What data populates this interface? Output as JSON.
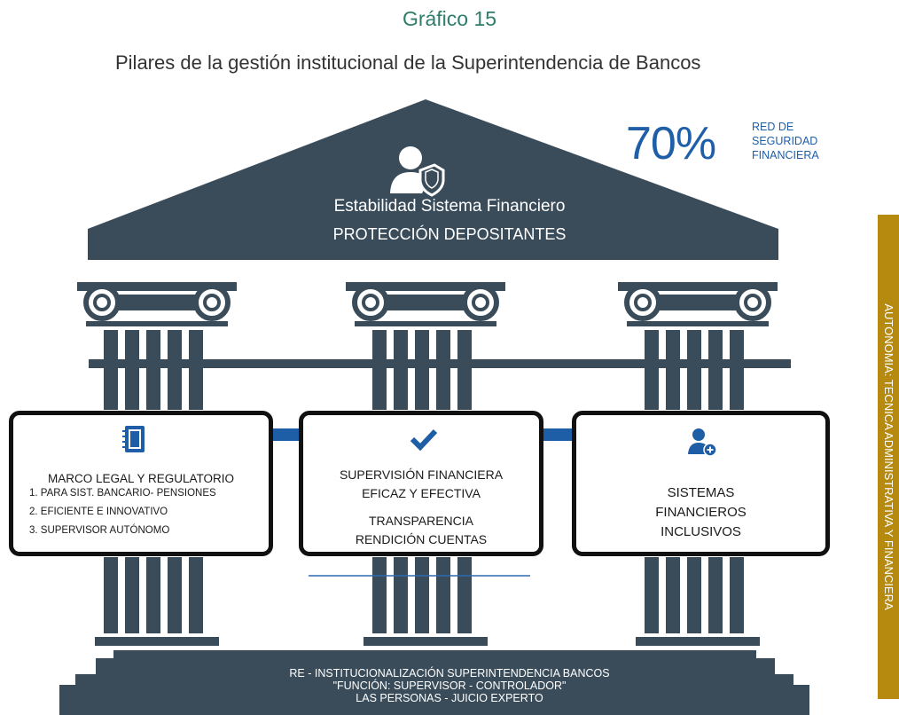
{
  "heading": "Gráfico 15",
  "subtitle": "Pilares de la gestión institucional de la Superintendencia de Bancos",
  "stat": {
    "value": "70%",
    "caption_lines": [
      "RED DE",
      "SEGURIDAD",
      "FINANCIERA"
    ]
  },
  "roof": {
    "line1": "Estabilidad Sistema Financiero",
    "line2": "PROTECCIÓN DEPOSITANTES",
    "icon": "user-shield-icon"
  },
  "pillars": {
    "left": {
      "icon": "book-icon",
      "title": "MARCO LEGAL Y REGULATORIO",
      "items": [
        "1. PARA SIST. BANCARIO- PENSIONES",
        "2. EFICIENTE E INNOVATIVO",
        "3. SUPERVISOR AUTÓNOMO"
      ]
    },
    "center": {
      "icon": "check-icon",
      "title_lines": [
        "SUPERVISIÓN FINANCIERA",
        "EFICAZ Y EFECTIVA"
      ],
      "sub_lines": [
        "TRANSPARENCIA",
        "RENDICIÓN CUENTAS"
      ]
    },
    "right": {
      "icon": "user-add-icon",
      "title_lines": [
        "SISTEMAS",
        "FINANCIEROS",
        "INCLUSIVOS"
      ]
    }
  },
  "side_band": "AUTONOMIA: TECNICA ADMINISTRATIVA Y FINANCIERA",
  "base_lines": [
    "RE - INSTITUCIONALIZACIÓN SUPERINTENDENCIA BANCOS",
    "\"FUNCIÓN: SUPERVISOR - CONTROLADOR\"",
    "LAS PERSONAS - JUICIO EXPERTO"
  ],
  "colors": {
    "structure": "#3a4c5a",
    "arrow": "#1e5ea6",
    "accent_text": "#1f5fa8",
    "side_band": "#b58a0e"
  }
}
